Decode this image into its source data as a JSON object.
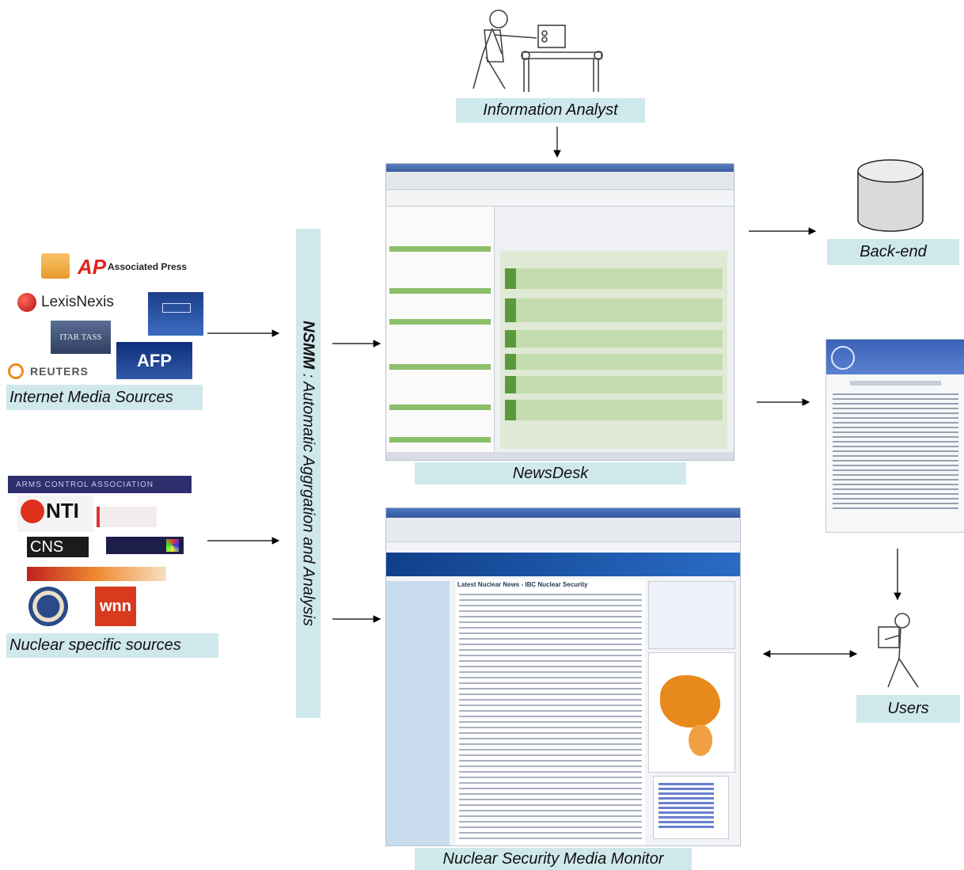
{
  "labels": {
    "analyst": "Information  Analyst",
    "backend": "Back-end",
    "newsdesk": "NewsDesk",
    "internet_sources": "Internet Media Sources",
    "nuclear_sources": "Nuclear specific sources",
    "users": "Users",
    "monitor": "Nuclear Security Media Monitor"
  },
  "nsmm": {
    "bold": "NSMM",
    "rest": " : Automatic Aggrgation and Analysis"
  },
  "internet_logos": {
    "ap": "Associated Press",
    "ap_mark": "AP",
    "lexis": "LexisNexis",
    "reuters": "REUTERS",
    "afp": "AFP",
    "itar": "ITAR TASS"
  },
  "nuclear_logos": {
    "aca": "ARMS CONTROL ASSOCIATION",
    "nti": "NTI",
    "cns": "CNS",
    "wnn": "wnn"
  },
  "monitor_screen": {
    "headline": "Latest Nuclear News - IBC Nuclear Security"
  },
  "colors": {
    "label_bg": "#cfe8ec",
    "newsdesk_green": "#8cbf6a",
    "monitor_blue": "#1f5fa8",
    "map_orange": "#e8891c"
  }
}
